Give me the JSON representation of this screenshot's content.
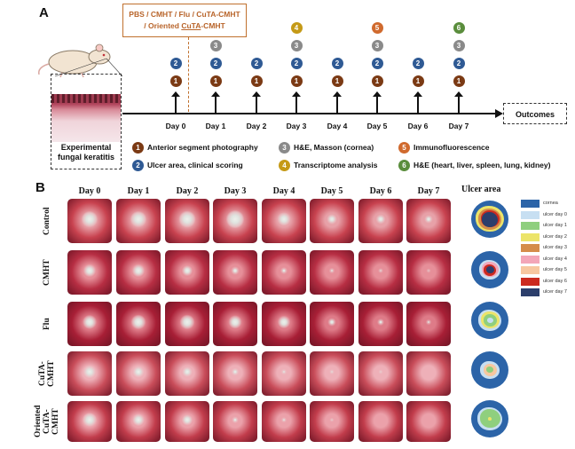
{
  "panel_a": {
    "letter": "A",
    "treatment_line1": "PBS / CMHT / Flu / CuTA-CMHT",
    "treatment_line2_prefix": "/ Oriented ",
    "treatment_line2_underlined": "CuTA",
    "treatment_line2_suffix": "-CMHT",
    "model_label_line1": "Experimental",
    "model_label_line2": "fungal keratitis",
    "outcomes": "Outcomes",
    "days": [
      "Day 0",
      "Day 1",
      "Day 2",
      "Day 3",
      "Day 4",
      "Day 5",
      "Day 6",
      "Day 7"
    ],
    "legend": [
      {
        "num": "1",
        "text": "Anterior segment photography"
      },
      {
        "num": "2",
        "text": "Ulcer area, clinical scoring"
      },
      {
        "num": "3",
        "text": "H&E, Masson  (cornea)"
      },
      {
        "num": "4",
        "text": "Transcriptome analysis"
      },
      {
        "num": "5",
        "text": "Immunofluorescence"
      },
      {
        "num": "6",
        "text": "H&E (heart, liver, spleen, lung, kidney)"
      }
    ],
    "badge_colors": {
      "1": "#7b3a14",
      "2": "#2f5a94",
      "3": "#8a8a8a",
      "4": "#c59a17",
      "5": "#d06a2e",
      "6": "#5a8d3c"
    }
  },
  "panel_b": {
    "letter": "B",
    "columns": [
      "Day 0",
      "Day 1",
      "Day 2",
      "Day 3",
      "Day 4",
      "Day 5",
      "Day 6",
      "Day 7"
    ],
    "rows": [
      "Control",
      "CMHT",
      "Flu",
      "CuTA-\nCMHT",
      "Oriented\nCuTA-CMHT"
    ],
    "ulcer_area_title": "Ulcer area",
    "ulcer_legend": [
      {
        "label": "cornea",
        "color": "#2c64a8"
      },
      {
        "label": "ulcer day 0",
        "color": "#c7dff2"
      },
      {
        "label": "ulcer day 1",
        "color": "#8fcf7e"
      },
      {
        "label": "ulcer day 2",
        "color": "#ece46a"
      },
      {
        "label": "ulcer day 3",
        "color": "#d58c4a"
      },
      {
        "label": "ulcer day 4",
        "color": "#f3a6b8"
      },
      {
        "label": "ulcer day 5",
        "color": "#f7c7a0"
      },
      {
        "label": "ulcer day 6",
        "color": "#cc2a1f"
      },
      {
        "label": "ulcer day 7",
        "color": "#2c3e6b"
      }
    ]
  }
}
